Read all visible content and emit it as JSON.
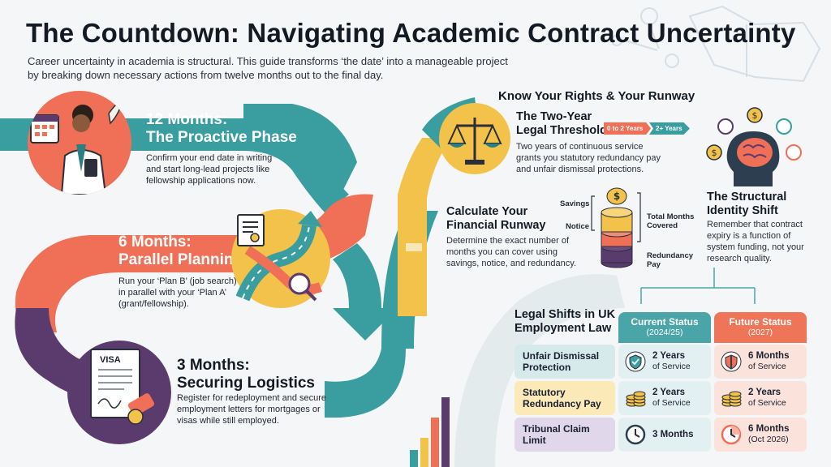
{
  "title": "The Countdown: Navigating Academic Contract Uncertainty",
  "subtitle": "Career uncertainty in academia is structural. This guide transforms ‘the date’ into a manageable project by breaking down necessary actions from twelve months out to the final day.",
  "phases": [
    {
      "title_line1": "12 Months:",
      "title_line2": "The Proactive Phase",
      "desc": "Confirm your end date in writing and start long-lead projects like fellowship applications now."
    },
    {
      "title_line1": "6 Months:",
      "title_line2": "Parallel Planning",
      "desc": "Run your ‘Plan B’ (job search) in parallel with your ‘Plan A’ (grant/fellowship)."
    },
    {
      "title_line1": "3 Months:",
      "title_line2": "Securing Logistics",
      "desc": "Register for redeployment and secure employment letters for mortgages or visas while still employed.",
      "doc_label": "VISA"
    }
  ],
  "rights": {
    "heading": "Know Your Rights & Your Runway",
    "threshold": {
      "title_line1": "The Two-Year",
      "title_line2": "Legal Threshold",
      "arrow1": "0 to 2 Years",
      "arrow2": "2+ Years",
      "desc": "Two years of continuous service grants you statutory redundancy pay and unfair dismissal protections."
    },
    "runway": {
      "title_line1": "Calculate Your",
      "title_line2": "Financial Runway",
      "desc": "Determine the exact number of months you can cover using savings, notice, and redundancy.",
      "labels": {
        "savings": "Savings",
        "notice": "Notice",
        "total": "Total Months Covered",
        "redundancy": "Redundancy Pay"
      }
    },
    "identity": {
      "title_line1": "The Structural",
      "title_line2": "Identity Shift",
      "desc": "Remember that contract expiry is a function of system funding, not your research quality."
    }
  },
  "law_table": {
    "heading": "Legal Shifts in UK Employment Law",
    "col_current": "Current Status",
    "col_current_sub": "(2024/25)",
    "col_future": "Future Status",
    "col_future_sub": "(2027)",
    "rows": [
      {
        "label": "Unfair Dismissal Protection",
        "current_main": "2 Years",
        "current_sub": "of Service",
        "future_main": "6 Months",
        "future_sub": "of Service",
        "icon": "shield-icon",
        "bg": "#d6eaec"
      },
      {
        "label": "Statutory Redundancy Pay",
        "current_main": "2 Years",
        "current_sub": "of Service",
        "future_main": "2 Years",
        "future_sub": "of Service",
        "icon": "coins-icon",
        "bg": "#fbeab8"
      },
      {
        "label": "Tribunal Claim Limit",
        "current_main": "3 Months",
        "current_sub": "",
        "future_main": "6 Months",
        "future_sub": "(Oct 2026)",
        "icon": "clock-icon",
        "bg": "#e1d7ea"
      }
    ]
  },
  "colors": {
    "teal": "#3a9ea0",
    "coral": "#ef6f57",
    "purple": "#5b3a6e",
    "yellow": "#f3c24a",
    "table_head_teal": "#4aa5a8",
    "table_head_coral": "#ee7557"
  }
}
